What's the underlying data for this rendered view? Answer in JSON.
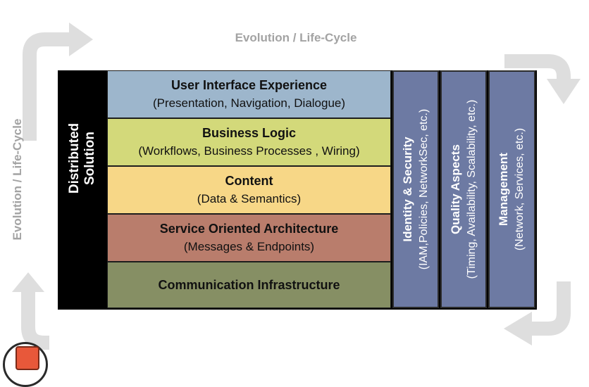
{
  "lifecycle_label": "Evolution / Life-Cycle",
  "stack_label": [
    "Distributed",
    "Solution"
  ],
  "layers": [
    {
      "title": "User Interface Experience",
      "subtitle": "(Presentation, Navigation, Dialogue)",
      "color": "#9db6cc"
    },
    {
      "title": "Business Logic",
      "subtitle": "(Workflows, Business Processes , Wiring)",
      "color": "#d3d97a"
    },
    {
      "title": "Content",
      "subtitle": "(Data & Semantics)",
      "color": "#f7d787"
    },
    {
      "title": "Service Oriented Architecture",
      "subtitle": "(Messages & Endpoints)",
      "color": "#b97d6c"
    },
    {
      "title": "Communication Infrastructure",
      "subtitle": "",
      "color": "#868f64"
    }
  ],
  "pillars": [
    {
      "title": "Identity & Security",
      "subtitle": "(IAM,Policies, NetworkSec, etc.)"
    },
    {
      "title": "Quality Aspects",
      "subtitle": "(Timing, Availability, Scalability, etc.)"
    },
    {
      "title": "Management",
      "subtitle": "(Network, Services, etc.)"
    }
  ],
  "colors": {
    "pillar": "#6d7aa3",
    "arrow": "#dedede",
    "frame": "#000000"
  }
}
